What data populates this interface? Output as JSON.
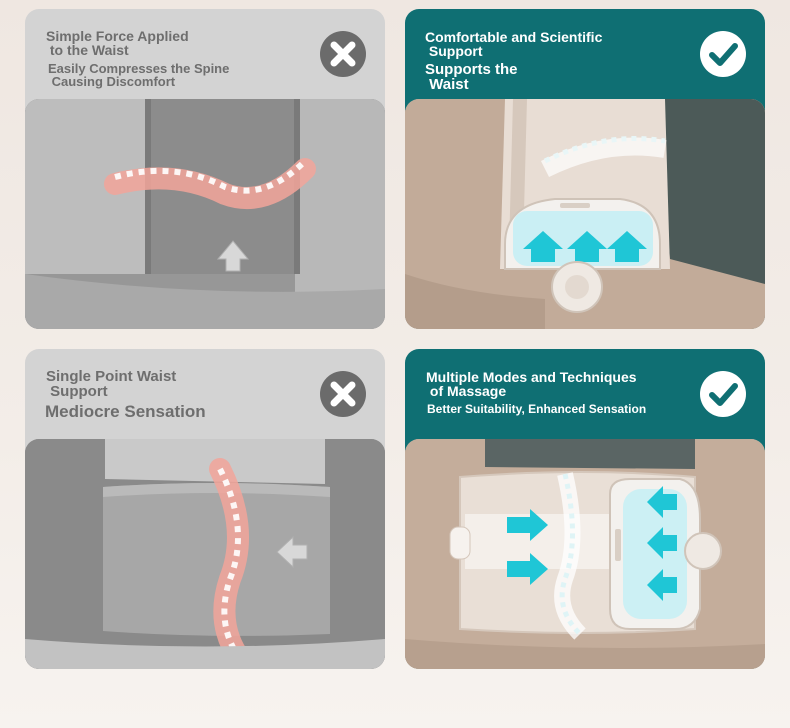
{
  "cards": [
    {
      "status": "bad",
      "title_lines": [
        "Simple Force Applied",
        " to the Waist"
      ],
      "subtitle_lines": [
        "Easily Compresses the Spine",
        " Causing Discomfort"
      ],
      "badge_icon": "x-mark-icon"
    },
    {
      "status": "good",
      "title_lines": [
        "Comfortable and Scientific",
        " Support"
      ],
      "subtitle_lines": [
        "Supports the",
        " Waist"
      ],
      "badge_icon": "check-mark-icon"
    },
    {
      "status": "bad",
      "title_lines": [
        "Single Point Waist",
        " Support"
      ],
      "subtitle_lines": [
        "Mediocre Sensation"
      ],
      "badge_icon": "x-mark-icon"
    },
    {
      "status": "good",
      "title_lines": [
        "Multiple Modes and Techniques",
        " of Massage"
      ],
      "subtitle_lines": [
        "Better Suitability, Enhanced Sensation"
      ],
      "badge_icon": "check-mark-icon"
    }
  ],
  "colors": {
    "bad_card": "#d3d3d3",
    "bad_text": "#6e6e6e",
    "good_card": "#0f6f73",
    "good_text": "#ffffff",
    "arrow_cyan": "#1fc6d6",
    "spine_pink": "#f2a49a"
  }
}
